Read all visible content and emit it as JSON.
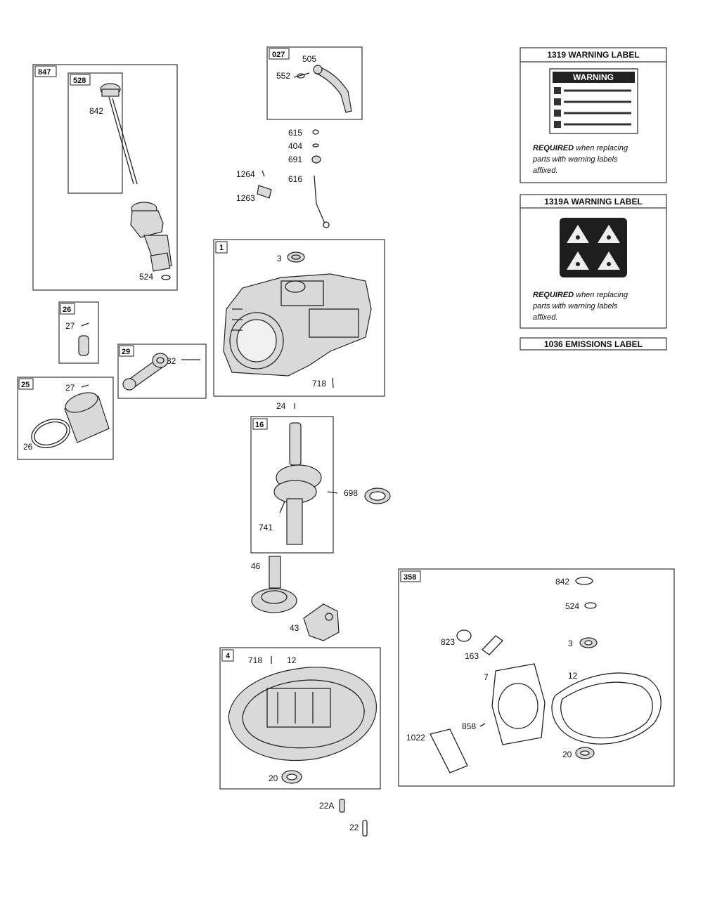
{
  "groups": {
    "g847": "847",
    "g528": "528",
    "g1": "1",
    "g027": "027",
    "g26": "26",
    "g29": "29",
    "g25": "25",
    "g16": "16",
    "g4": "4",
    "g358": "358"
  },
  "parts": {
    "p842a": "842",
    "p524a": "524",
    "p505": "505",
    "p552": "552",
    "p615": "615",
    "p404": "404",
    "p691": "691",
    "p616": "616",
    "p1264": "1264",
    "p1263": "1263",
    "p3a": "3",
    "p718a": "718",
    "p27a": "27",
    "p32": "32",
    "p27b": "27",
    "p26": "26",
    "p24": "24",
    "p698": "698",
    "p741": "741",
    "p46": "46",
    "p43": "43",
    "p718b": "718",
    "p12a": "12",
    "p20a": "20",
    "p22A": "22A",
    "p22": "22",
    "p842b": "842",
    "p524b": "524",
    "p823": "823",
    "p163": "163",
    "p3b": "3",
    "p7": "7",
    "p12b": "12",
    "p858": "858",
    "p1022": "1022",
    "p20b": "20"
  },
  "labels": {
    "warning1_title": "1319 WARNING LABEL",
    "warning1_sign": "WARNING",
    "warning1_required": "REQUIRED",
    "warning1_rest1": " when replacing",
    "warning1_rest2": "parts with warning labels",
    "warning1_rest3": "affixed.",
    "warning2_title": "1319A WARNING LABEL",
    "warning2_required": "REQUIRED",
    "warning2_rest1": " when replacing",
    "warning2_rest2": "parts with warning labels",
    "warning2_rest3": "affixed.",
    "emissions_title": "1036 EMISSIONS LABEL"
  }
}
